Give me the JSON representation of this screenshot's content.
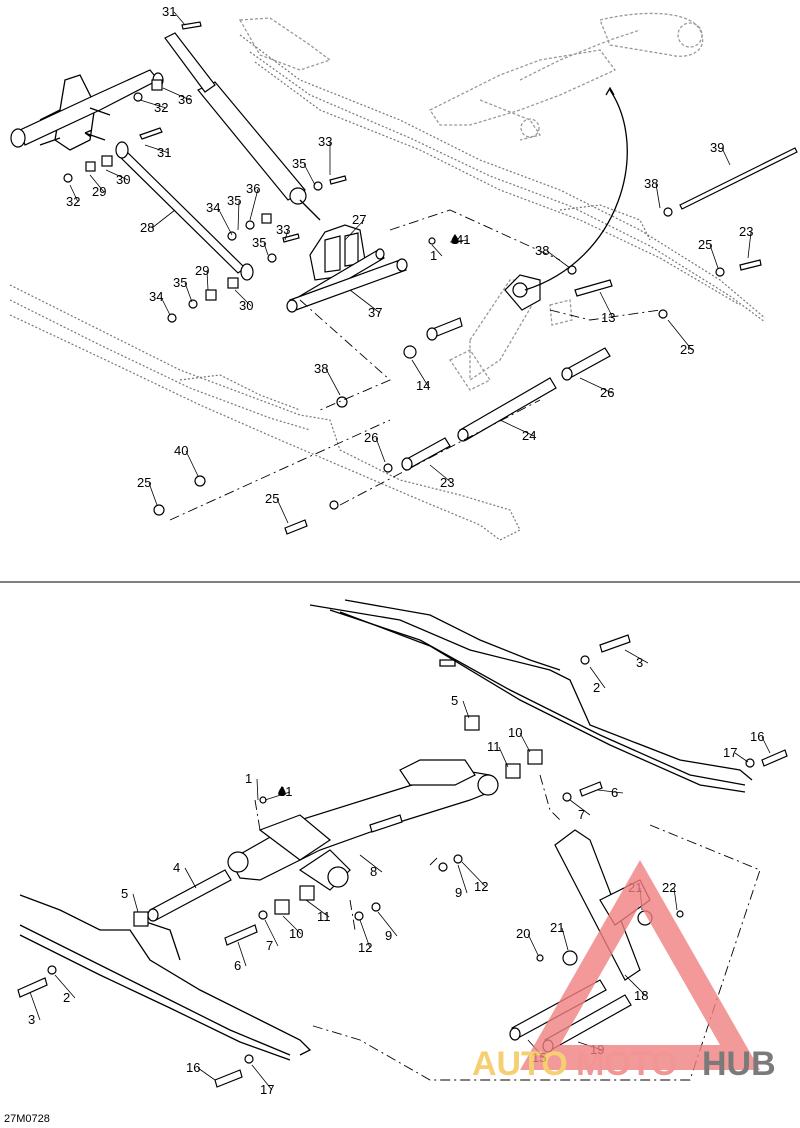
{
  "diagram": {
    "code": "27M0728",
    "upper_view": {
      "callouts": [
        "31",
        "32",
        "36",
        "31",
        "32",
        "29",
        "30",
        "33",
        "35",
        "36",
        "35",
        "34",
        "28",
        "27",
        "35",
        "33",
        "1",
        "41",
        "29",
        "35",
        "34",
        "30",
        "37",
        "38",
        "39",
        "23",
        "25",
        "13",
        "25",
        "14",
        "38",
        "26",
        "24",
        "38",
        "40",
        "25",
        "26",
        "23",
        "25"
      ]
    },
    "lower_view": {
      "callouts": [
        "3",
        "2",
        "5",
        "10",
        "11",
        "16",
        "17",
        "1",
        "41",
        "6",
        "7",
        "4",
        "8",
        "9",
        "12",
        "21",
        "22",
        "5",
        "11",
        "10",
        "7",
        "12",
        "9",
        "20",
        "21",
        "6",
        "2",
        "18",
        "3",
        "15",
        "19",
        "16",
        "17"
      ]
    }
  },
  "watermark": {
    "brand_parts": [
      "AUTO",
      "MOTO",
      "HUB"
    ],
    "colors": {
      "auto": "#f5c451",
      "moto": "#f07b7b",
      "hub": "#5a5a5a",
      "triangle": "#f08080"
    }
  }
}
